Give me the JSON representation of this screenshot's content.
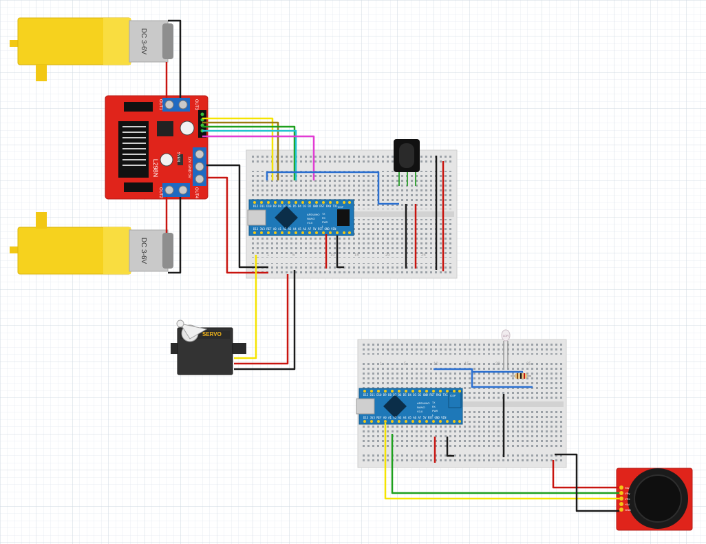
{
  "motors": {
    "label": "DC 3-6V"
  },
  "driver": {
    "chip": "L298N",
    "out1": "OUT1",
    "out2": "OUT2",
    "out3": "OUT3",
    "out4": "OUT4",
    "power": "12V GND 5V",
    "enable": "5VEN"
  },
  "servo": {
    "label": "SERVO"
  },
  "nano": {
    "top_pins": "D12 D11 D10 D9 D8 D7 D6 D5 D4 D3 D2 GND RST RX0 TX1",
    "bottom_pins": "D13 3V3 REF A0 A1 A2 A3 A4 A5 A6 A7 5V RST GND VIN",
    "name": "ARDUINO",
    "model": "NANO",
    "version": "V3.0",
    "icsp": "ICSP",
    "tx": "TX",
    "rx": "RX",
    "pwr": "PWR",
    "l": "L"
  },
  "breadboard": {
    "cols": [
      "1",
      "5",
      "10",
      "15",
      "20",
      "25"
    ]
  },
  "joystick": {
    "pins": [
      "GND",
      "+5V",
      "VRx",
      "VRy",
      "SW"
    ]
  },
  "ldr": {
    "label": "LDR"
  },
  "colors": {
    "grid": "#dfe6ee",
    "motor": "#f6d21e",
    "driver": "#e0241b",
    "terminal": "#1f6ac2",
    "nano": "#1e78b8",
    "servo": "#2b2b2b",
    "wire_red": "#c8140f",
    "wire_black": "#1a1a1a",
    "wire_yellow": "#f5e400",
    "wire_green": "#1ea01e",
    "wire_blue": "#2a6fd0",
    "wire_cyan": "#22c3cf",
    "wire_magenta": "#e23cd4",
    "wire_olive": "#9b7a10"
  }
}
